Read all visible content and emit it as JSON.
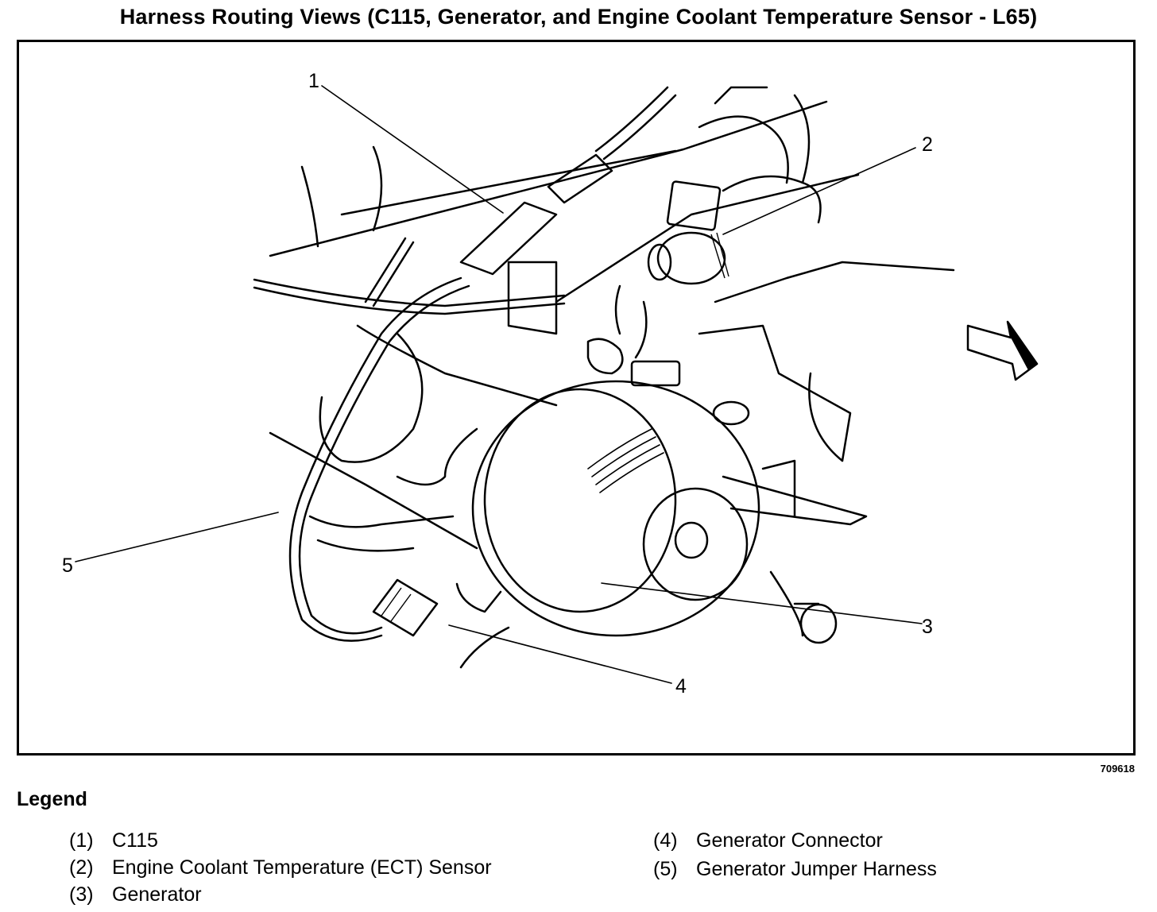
{
  "title": "Harness Routing Views (C115, Generator, and Engine Coolant Temperature Sensor - L65)",
  "figure_id": "709618",
  "callouts": [
    "1",
    "2",
    "3",
    "4",
    "5"
  ],
  "legend": {
    "heading": "Legend",
    "items": [
      {
        "num": "(1)",
        "label": "C115"
      },
      {
        "num": "(2)",
        "label": "Engine Coolant Temperature (ECT) Sensor"
      },
      {
        "num": "(3)",
        "label": "Generator"
      },
      {
        "num": "(4)",
        "label": "Generator Connector"
      },
      {
        "num": "(5)",
        "label": "Generator Jumper Harness"
      }
    ]
  }
}
